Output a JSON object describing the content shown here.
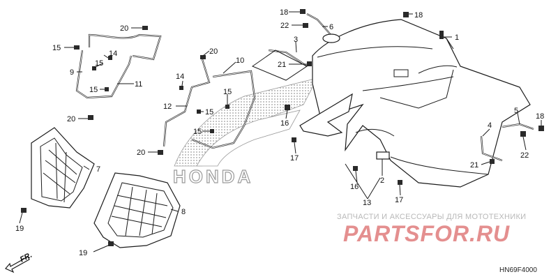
{
  "labels": {
    "l1": "1",
    "l2": "2",
    "l3": "3",
    "l4": "4",
    "l5": "5",
    "l6": "6",
    "l7": "7",
    "l8": "8",
    "l9": "9",
    "l10": "10",
    "l11": "11",
    "l12": "12",
    "l13": "13",
    "l14a": "14",
    "l14b": "14",
    "l15a": "15",
    "l15b": "15",
    "l15c": "15",
    "l15d": "15",
    "l15e": "15",
    "l15f": "15",
    "l16a": "16",
    "l16b": "16",
    "l17a": "17",
    "l17b": "17",
    "l18a": "18",
    "l18b": "18",
    "l18c": "18",
    "l19a": "19",
    "l19b": "19",
    "l20a": "20",
    "l20b": "20",
    "l20c": "20",
    "l20d": "20",
    "l21a": "21",
    "l21b": "21",
    "l22a": "22",
    "l22b": "22"
  },
  "logo_text": "HONDA",
  "front_arrow": "FR.",
  "watermark": {
    "subtitle": "ЗАПЧАСТИ И АКСЕССУАРЫ ДЛЯ МОТОТЕХНИКИ",
    "brand": "PARTSFOR.RU"
  },
  "diagram_code": "HN69F4000"
}
